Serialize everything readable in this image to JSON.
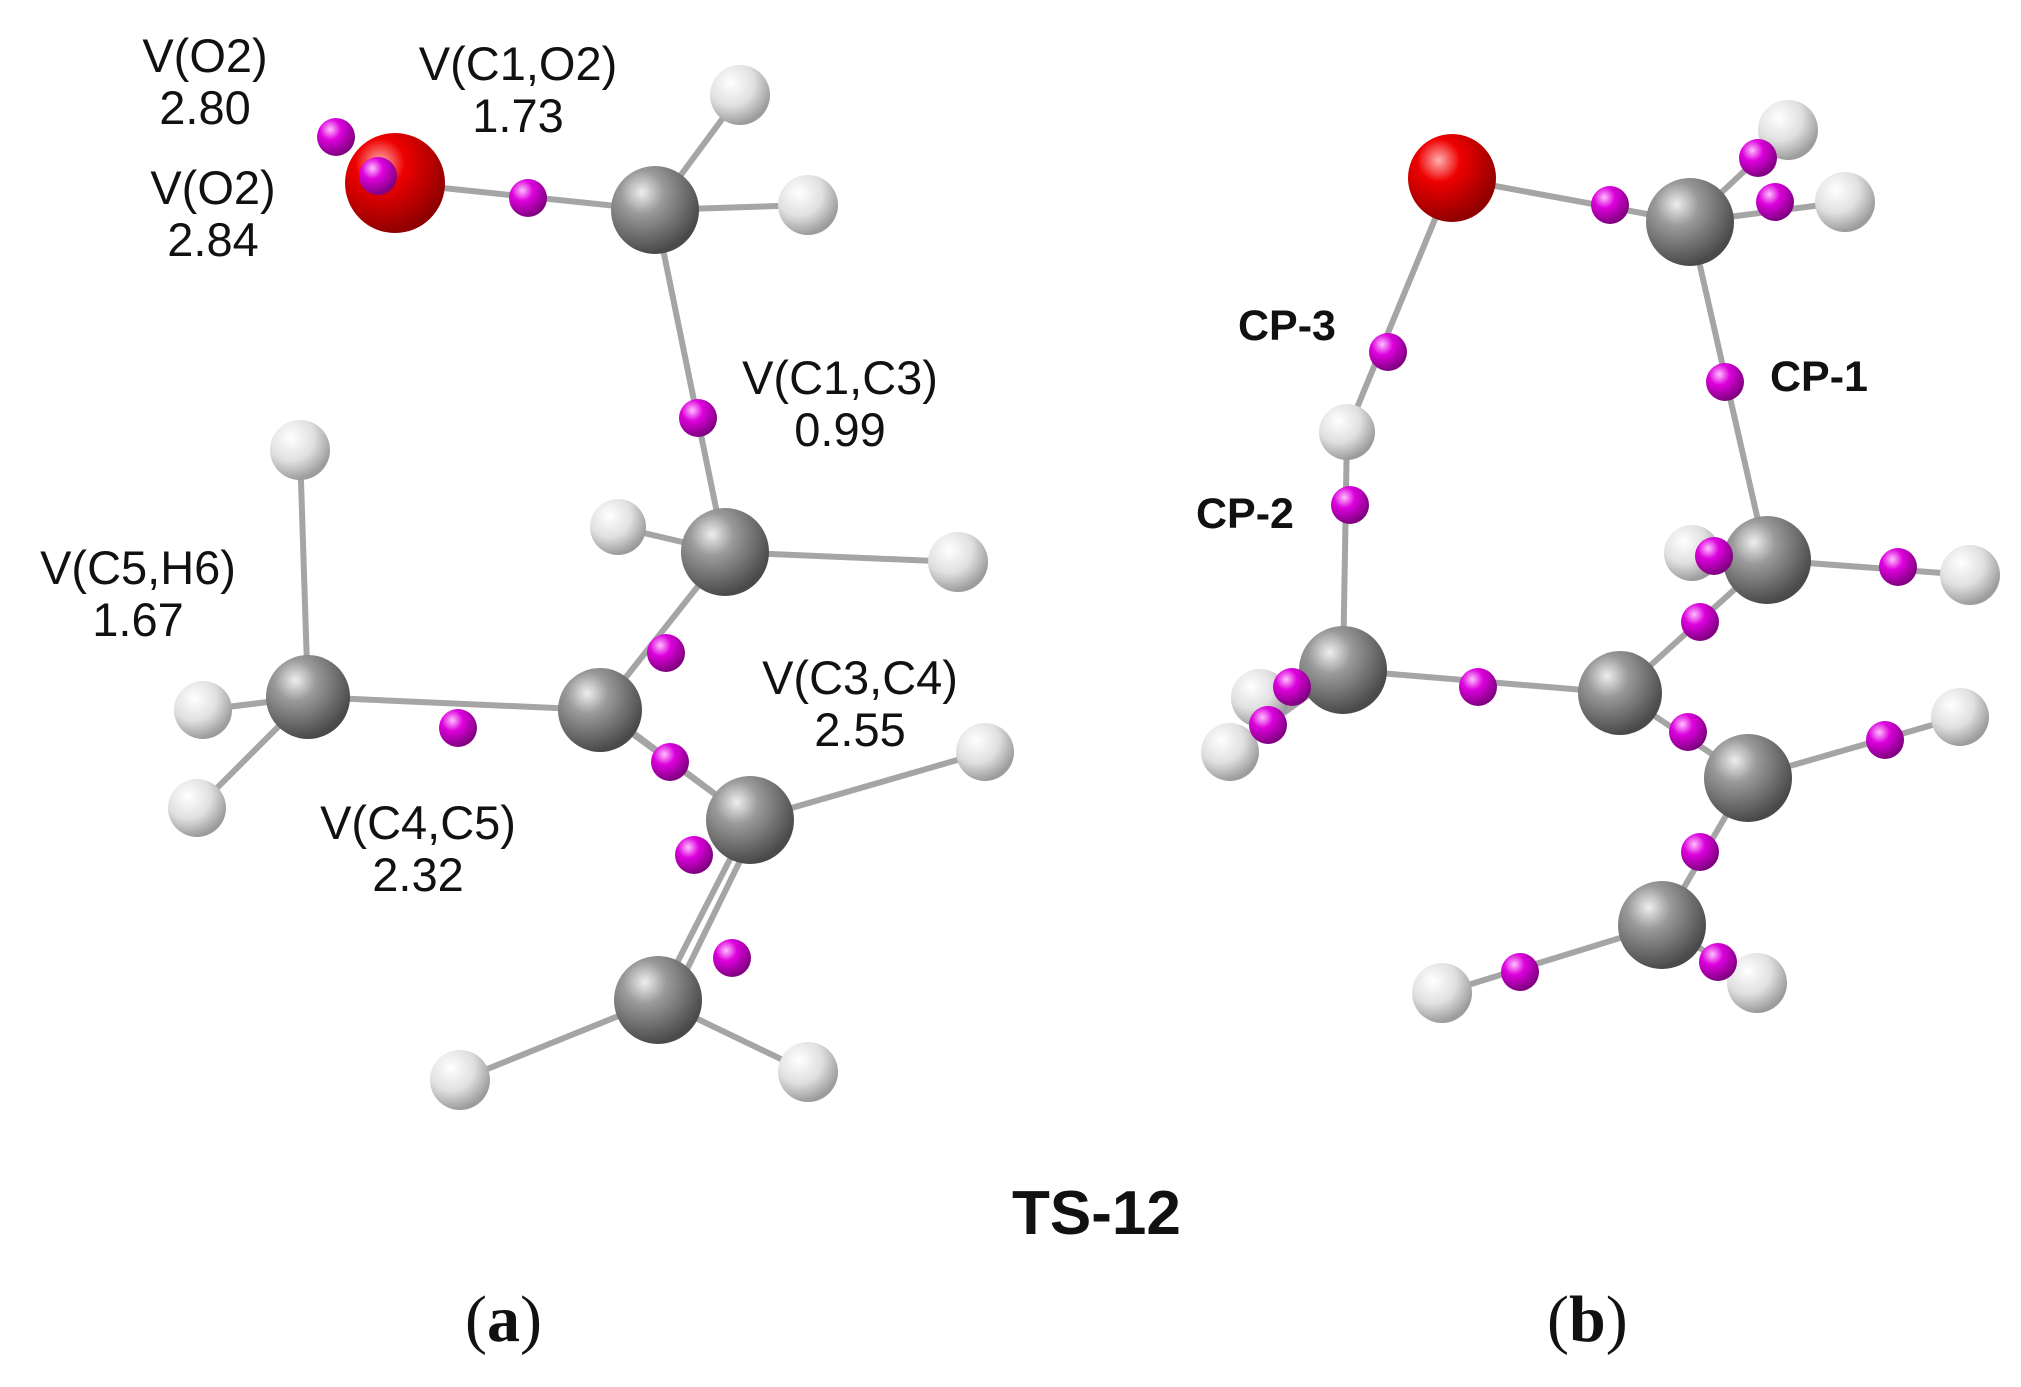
{
  "title": "TS-12",
  "panels": {
    "a": {
      "open": "(",
      "letter": "a",
      "close": ")"
    },
    "b": {
      "open": "(",
      "letter": "b",
      "close": ")"
    }
  },
  "basin_labels": [
    {
      "name": "V(O2)",
      "value": "2.80"
    },
    {
      "name": "V(O2)",
      "value": "2.84"
    },
    {
      "name": "V(C1,O2)",
      "value": "1.73"
    },
    {
      "name": "V(C1,C3)",
      "value": "0.99"
    },
    {
      "name": "V(C5,H6)",
      "value": "1.67"
    },
    {
      "name": "V(C3,C4)",
      "value": "2.55"
    },
    {
      "name": "V(C4,C5)",
      "value": "2.32"
    }
  ],
  "cp_labels": [
    "CP-3",
    "CP-2",
    "CP-1"
  ],
  "colors": {
    "oxygen": "#e00000",
    "carbon": "#7a7a7a",
    "hydrogen": "#e2e2e2",
    "basin": "#cc00cc",
    "bond": "#9a9a9a"
  }
}
